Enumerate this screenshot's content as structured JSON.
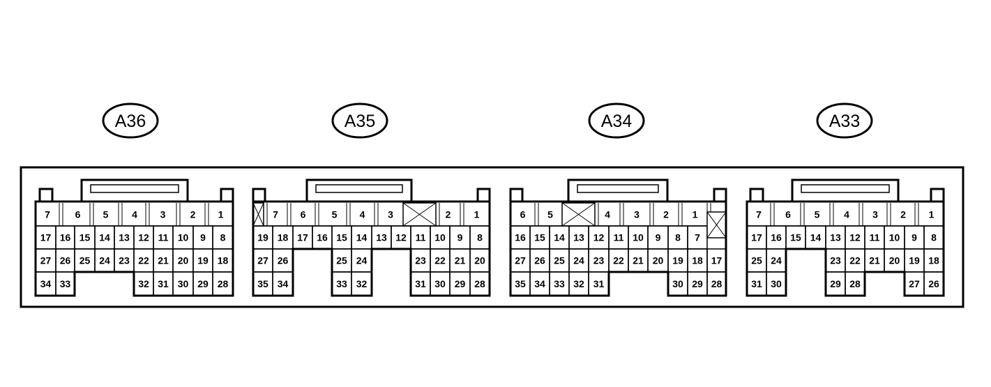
{
  "connectors": [
    {
      "label": "A36",
      "rows": [
        [
          "7",
          "6",
          "5",
          "4",
          "3",
          "2",
          "1"
        ],
        [
          "17",
          "16",
          "15",
          "14",
          "13",
          "12",
          "11",
          "10",
          "9",
          "8"
        ],
        [
          "27",
          "26",
          "25",
          "24",
          "23",
          "22",
          "21",
          "20",
          "19",
          "18"
        ],
        [
          "34",
          "33",
          "32",
          "31",
          "30",
          "29",
          "28"
        ]
      ]
    },
    {
      "label": "A35",
      "rows": [
        [
          "7",
          "6",
          "5",
          "4",
          "3",
          "2",
          "1"
        ],
        [
          "19",
          "18",
          "17",
          "16",
          "15",
          "14",
          "13",
          "12",
          "11",
          "10",
          "9",
          "8"
        ],
        [
          "27",
          "26",
          "25",
          "24",
          "23",
          "22",
          "21",
          "20"
        ],
        [
          "35",
          "34",
          "33",
          "32",
          "31",
          "30",
          "29",
          "28"
        ]
      ]
    },
    {
      "label": "A34",
      "rows": [
        [
          "6",
          "5",
          "4",
          "3",
          "2",
          "1"
        ],
        [
          "16",
          "15",
          "14",
          "13",
          "12",
          "11",
          "10",
          "9",
          "8",
          "7"
        ],
        [
          "27",
          "26",
          "25",
          "24",
          "23",
          "22",
          "21",
          "20",
          "19",
          "18",
          "17"
        ],
        [
          "35",
          "34",
          "33",
          "32",
          "31",
          "30",
          "29",
          "28"
        ]
      ]
    },
    {
      "label": "A33",
      "rows": [
        [
          "7",
          "6",
          "5",
          "4",
          "3",
          "2",
          "1"
        ],
        [
          "17",
          "16",
          "15",
          "14",
          "13",
          "12",
          "11",
          "10",
          "9",
          "8"
        ],
        [
          "25",
          "24",
          "23",
          "22",
          "21",
          "20",
          "19",
          "18"
        ],
        [
          "31",
          "30",
          "29",
          "28",
          "27",
          "26"
        ]
      ]
    }
  ]
}
